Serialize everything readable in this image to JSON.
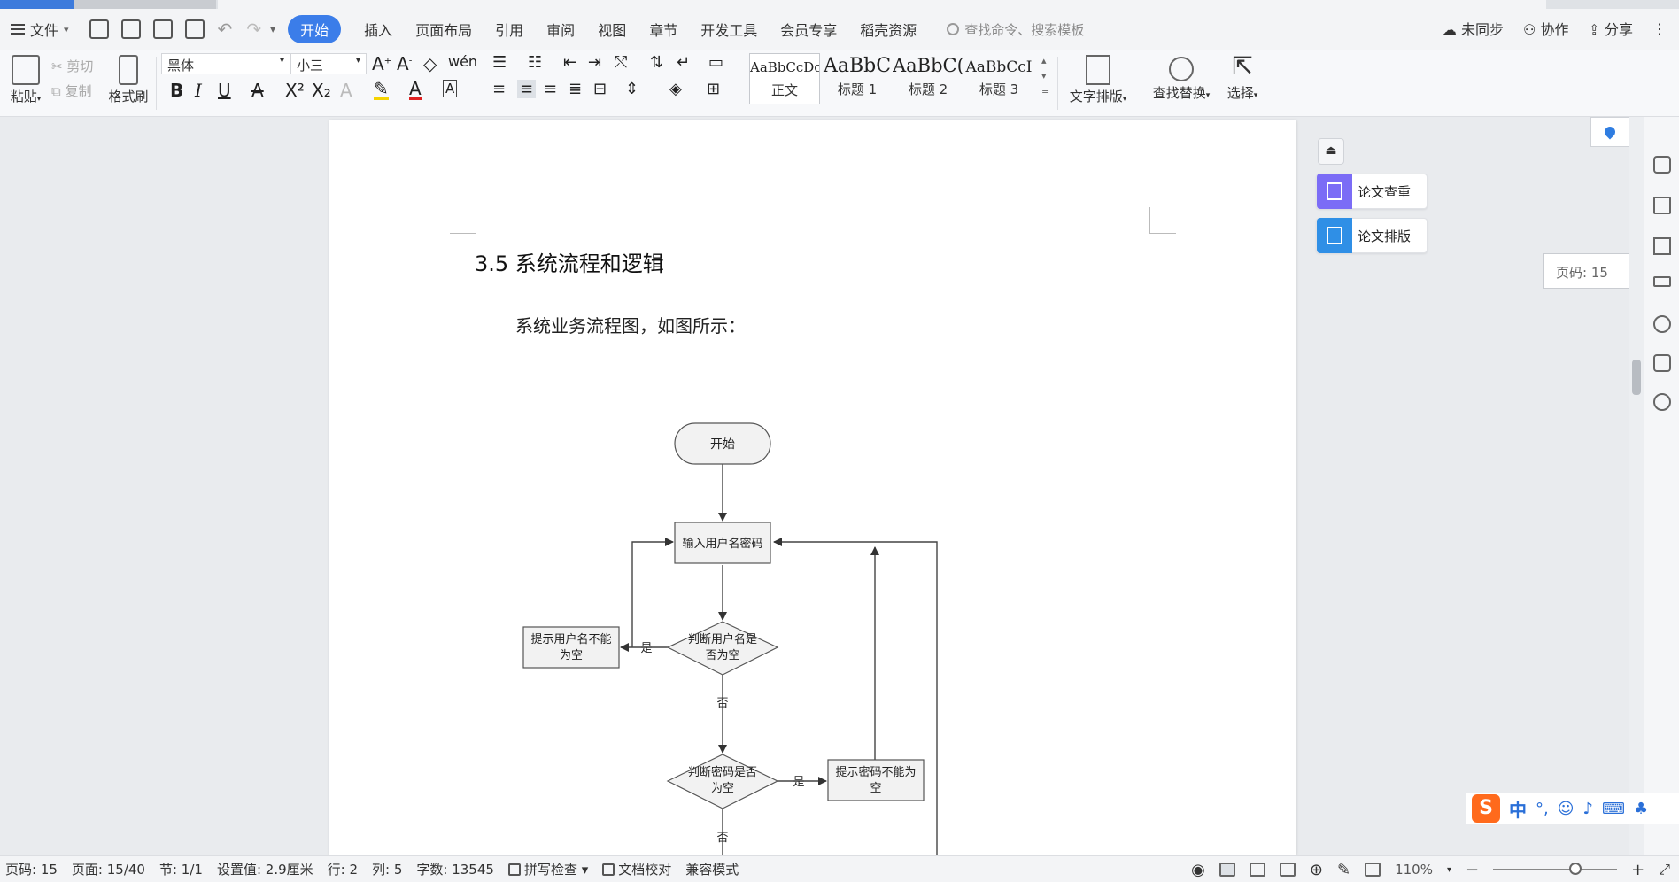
{
  "menubar": {
    "file": "文件",
    "tabs": [
      "开始",
      "插入",
      "页面布局",
      "引用",
      "审阅",
      "视图",
      "章节",
      "开发工具",
      "会员专享",
      "稻壳资源"
    ],
    "search_placeholder": "查找命令、搜索模板",
    "right": {
      "sync": "未同步",
      "collab": "协作",
      "share": "分享"
    }
  },
  "ribbon": {
    "paste": "粘贴",
    "cut": "剪切",
    "copy": "复制",
    "format_painter": "格式刷",
    "font_family": "黑体",
    "font_size": "小三",
    "styles": [
      {
        "sample": "AaBbCcDc",
        "name": "正文"
      },
      {
        "sample": "AaBbC",
        "name": "标题 1"
      },
      {
        "sample": "AaBbC(",
        "name": "标题 2"
      },
      {
        "sample": "AaBbCcI",
        "name": "标题 3"
      }
    ],
    "text_layout": "文字排版",
    "find_replace": "查找替换",
    "select": "选择"
  },
  "document": {
    "heading": "3.5 系统流程和逻辑",
    "paragraph": "系统业务流程图，如图所示：",
    "flowchart": {
      "start": "开始",
      "input": "输入用户名密码",
      "check_user": [
        "判断用户名是",
        "否为空"
      ],
      "prompt_user": [
        "提示用户名不能",
        "为空"
      ],
      "check_pwd": [
        "判断密码是否",
        "为空"
      ],
      "prompt_pwd": [
        "提示密码不能为",
        "空"
      ],
      "yes": "是",
      "no": "否"
    }
  },
  "right_panel": {
    "paper_check": "论文查重",
    "paper_format": "论文排版",
    "page_number_box": "页码: 15"
  },
  "statusbar": {
    "page_code": "页码: 15",
    "page": "页面: 15/40",
    "section": "节: 1/1",
    "setting": "设置值: 2.9厘米",
    "row": "行: 2",
    "col": "列: 5",
    "words": "字数: 13545",
    "spell": "拼写检查",
    "doc_check": "文档校对",
    "compat": "兼容模式",
    "zoom": "110%"
  },
  "colors": {
    "accent": "#3b7de9",
    "paper_check_icon": "#7b6cf6",
    "paper_format_icon": "#2f8fe6"
  }
}
